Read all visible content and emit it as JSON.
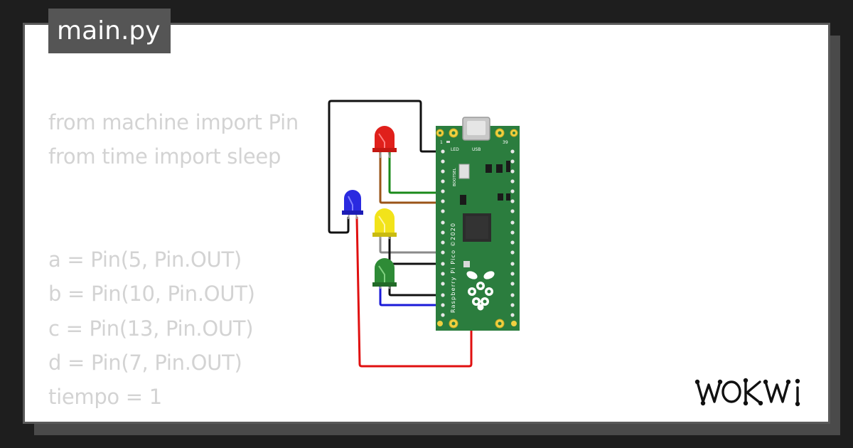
{
  "file": {
    "name": "main.py"
  },
  "code_lines": [
    "from machine import Pin",
    "from time import sleep",
    "",
    "",
    "a = Pin(5, Pin.OUT)",
    "b = Pin(10, Pin.OUT)",
    "c = Pin(13, Pin.OUT)",
    "d = Pin(7, Pin.OUT)",
    "tiempo = 1"
  ],
  "board": {
    "name": "Raspberry Pi Pico ©2020",
    "bootsel_label": "BOOTSEL",
    "led_label": "LED",
    "usb_label": "USB",
    "pin_1_label": "1",
    "pin_39_label": "39",
    "pcb_color": "#2b7d3e"
  },
  "leds": [
    {
      "name": "red",
      "color": "#e0201b"
    },
    {
      "name": "blue",
      "color": "#2a2ae0"
    },
    {
      "name": "yellow",
      "color": "#f2e31a"
    },
    {
      "name": "green",
      "color": "#2e8b36"
    }
  ],
  "brand": {
    "logo_text": "WOKWi"
  },
  "colors": {
    "background": "#1e1e1e",
    "card": "#ffffff",
    "card_border": "#5a5a5a",
    "tab": "#555555",
    "code_text": "#d3d3d3",
    "wire_red": "#e01010",
    "wire_black": "#111111",
    "wire_green": "#1a8a1a",
    "wire_brown": "#9a5418",
    "wire_gray": "#8a8a8a",
    "wire_blue": "#1a1ad8"
  }
}
